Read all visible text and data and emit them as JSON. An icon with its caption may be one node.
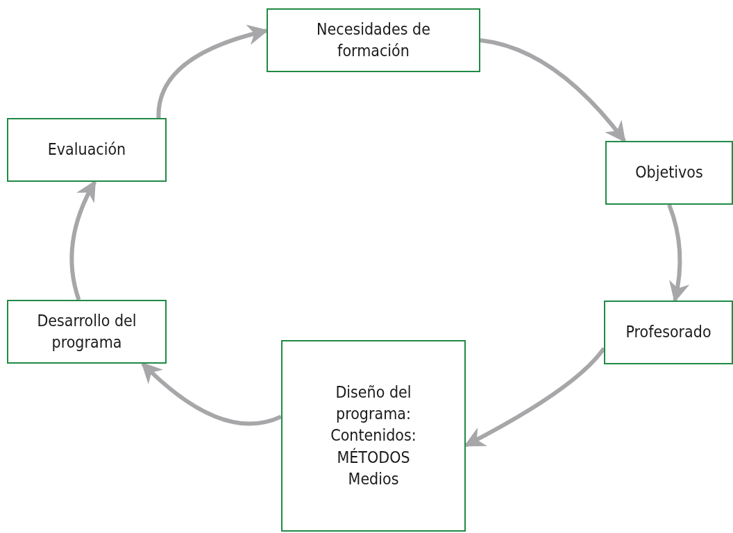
{
  "diagram": {
    "nodes": [
      {
        "text": [
          "Necesidades de formación"
        ]
      },
      {
        "text": [
          "Objetivos"
        ]
      },
      {
        "text": [
          "Profesorado"
        ]
      },
      {
        "text": [
          "Diseño del programa: Contenidos: MÉTODOS Medios"
        ]
      },
      {
        "text": [
          "Desarrollo del programa"
        ]
      },
      {
        "text": [
          "Evaluación"
        ]
      }
    ],
    "edges": [
      {
        "from": 0,
        "to": 1,
        "arrow": "to"
      },
      {
        "from": 1,
        "to": 2,
        "arrow": "to"
      },
      {
        "from": 2,
        "to": 3,
        "arrow": "to"
      },
      {
        "from": 3,
        "to": 4,
        "arrow": "to"
      },
      {
        "from": 4,
        "to": 5,
        "arrow": "to"
      },
      {
        "from": 5,
        "to": 0,
        "arrow": "to"
      }
    ]
  }
}
